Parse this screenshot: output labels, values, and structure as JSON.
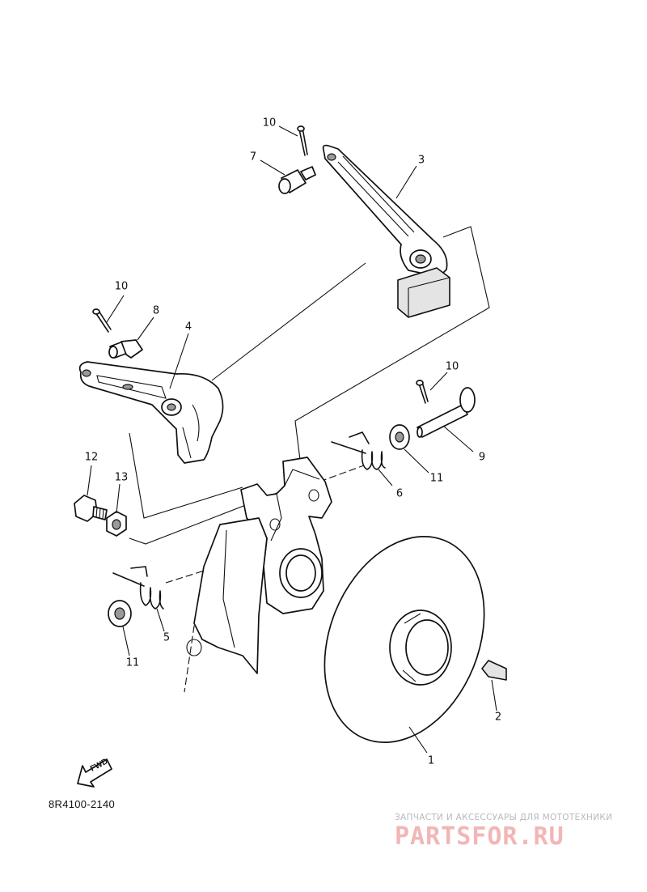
{
  "callouts": [
    {
      "id": "c1",
      "text": "1"
    },
    {
      "id": "c2",
      "text": "2"
    },
    {
      "id": "c3",
      "text": "3"
    },
    {
      "id": "c4",
      "text": "4"
    },
    {
      "id": "c5",
      "text": "5"
    },
    {
      "id": "c6",
      "text": "6"
    },
    {
      "id": "c7",
      "text": "7"
    },
    {
      "id": "c8",
      "text": "8"
    },
    {
      "id": "c9",
      "text": "9"
    },
    {
      "id": "c10a",
      "text": "10"
    },
    {
      "id": "c10b",
      "text": "10"
    },
    {
      "id": "c10c",
      "text": "10"
    },
    {
      "id": "c11a",
      "text": "11"
    },
    {
      "id": "c11b",
      "text": "11"
    },
    {
      "id": "c12",
      "text": "12"
    },
    {
      "id": "c13",
      "text": "13"
    }
  ],
  "diagram_code": "8R4100-2140",
  "fwd_label": "FWD",
  "watermark": {
    "tagline": "ЗАПЧАСТИ И АКСЕССУАРЫ ДЛЯ МОТОТЕХНИКИ",
    "logo": "PARTSFOR.RU"
  },
  "colors": {
    "line": "#111111",
    "paper": "#ffffff",
    "watermark_logo": "#f2b6b6",
    "watermark_text": "#b9b9b9"
  }
}
